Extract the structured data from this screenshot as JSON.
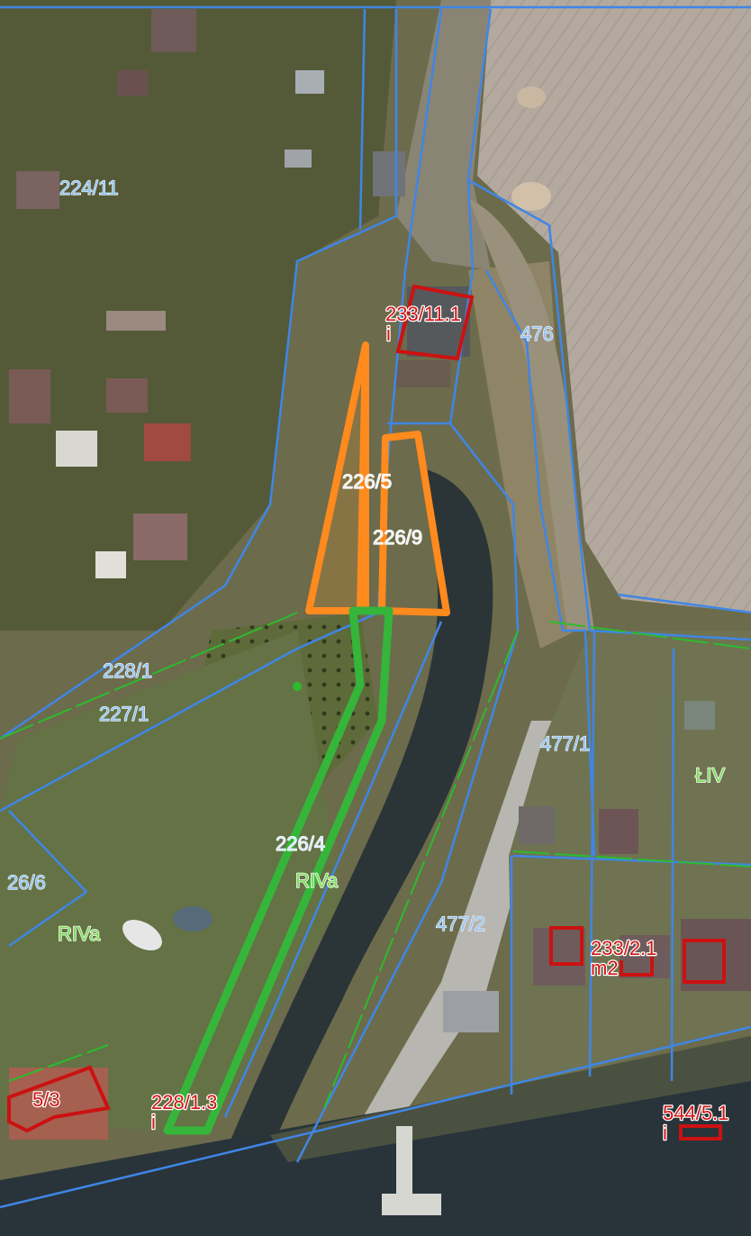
{
  "map": {
    "colors": {
      "parcel_boundary": "#3f86e6",
      "land_use_boundary": "#2dbb2d",
      "building_outline": "#cc1111",
      "highlight_orange": "#ff8a1e",
      "highlight_green": "#35b53a",
      "water": "#2a3438",
      "field": "#b4aaa0",
      "vegetation": "#6e7049"
    },
    "parcel_labels": [
      {
        "id": "p224",
        "text": "224/11"
      },
      {
        "id": "p476",
        "text": "476"
      },
      {
        "id": "p226_5",
        "text": "226/5"
      },
      {
        "id": "p226_9",
        "text": "226/9"
      },
      {
        "id": "p228_1",
        "text": "228/1"
      },
      {
        "id": "p227_1",
        "text": "227/1"
      },
      {
        "id": "p477_1",
        "text": "477/1"
      },
      {
        "id": "p226_4",
        "text": "226/4"
      },
      {
        "id": "p226_6",
        "text": "26/6"
      },
      {
        "id": "p477_2",
        "text": "477/2"
      }
    ],
    "building_labels": [
      {
        "id": "b233_11",
        "text": "233/11.1"
      },
      {
        "id": "b233_11i",
        "text": "i"
      },
      {
        "id": "b233_2",
        "text": "233/2.1"
      },
      {
        "id": "b233_2m",
        "text": "m2"
      },
      {
        "id": "b544",
        "text": "544/5.1"
      },
      {
        "id": "b544i",
        "text": "i"
      },
      {
        "id": "b228",
        "text": "228/1.3"
      },
      {
        "id": "b228i",
        "text": "i"
      },
      {
        "id": "b5x",
        "text": "5/3"
      }
    ],
    "land_use_labels": [
      {
        "id": "riva1",
        "text": "RIVa"
      },
      {
        "id": "riva2",
        "text": "RIVa"
      },
      {
        "id": "liv",
        "text": "ŁIV"
      }
    ]
  }
}
